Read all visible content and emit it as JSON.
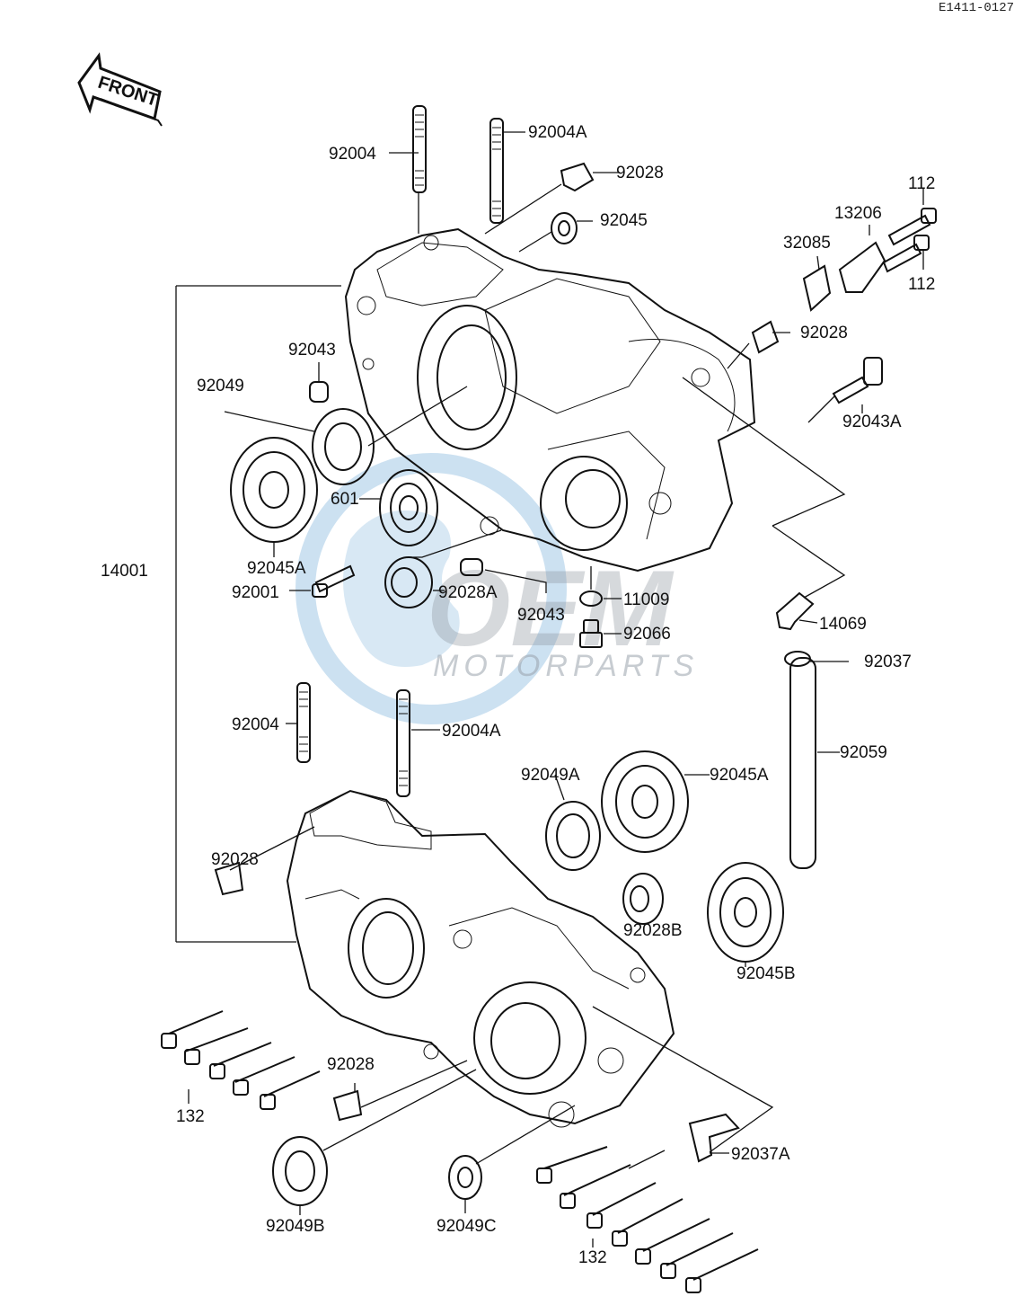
{
  "ref_code": "E1411-0127",
  "front_label": "FRONT",
  "watermark": {
    "main": "OEM",
    "sub": "MOTORPARTS"
  },
  "callouts": {
    "c92004_top": "92004",
    "c92004A_top": "92004A",
    "c92028_top": "92028",
    "c92045_top": "92045",
    "c112_a": "112",
    "c13206": "13206",
    "c32085": "32085",
    "c112_b": "112",
    "c92028_right": "92028",
    "c92043_left": "92043",
    "c92049": "92049",
    "c92043A": "92043A",
    "c601": "601",
    "c92045A_left": "92045A",
    "c14001": "14001",
    "c92001": "92001",
    "c92028A": "92028A",
    "c11009": "11009",
    "c92043_mid": "92043",
    "c92066": "92066",
    "c14069": "14069",
    "c92037": "92037",
    "c92004_low": "92004",
    "c92004A_low": "92004A",
    "c92049A": "92049A",
    "c92045A_low": "92045A",
    "c92059": "92059",
    "c92028_low": "92028",
    "c92028B": "92028B",
    "c92045B": "92045B",
    "c92028_bottom": "92028",
    "c132_left": "132",
    "c92037A": "92037A",
    "c92049B": "92049B",
    "c92049C": "92049C",
    "c132_right": "132"
  }
}
